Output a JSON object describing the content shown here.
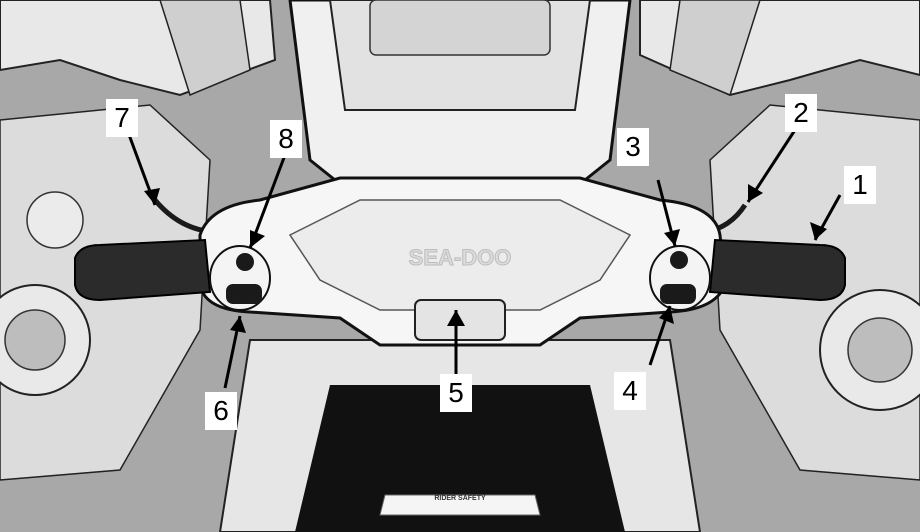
{
  "figure": {
    "callouts": [
      {
        "id": "1",
        "label": "1"
      },
      {
        "id": "2",
        "label": "2"
      },
      {
        "id": "3",
        "label": "3"
      },
      {
        "id": "4",
        "label": "4"
      },
      {
        "id": "5",
        "label": "5"
      },
      {
        "id": "6",
        "label": "6"
      },
      {
        "id": "7",
        "label": "7"
      },
      {
        "id": "8",
        "label": "8"
      }
    ],
    "handlebar_logo": "SEA-DOO",
    "windshield_decal": "RIDER SAFETY"
  },
  "colors": {
    "line": "#1a1a1a",
    "grip": "#2b2b2b",
    "body": "#f2f2f2",
    "shade": "#d9d9d9",
    "background": "#a9a9a9",
    "well": "#111111"
  }
}
